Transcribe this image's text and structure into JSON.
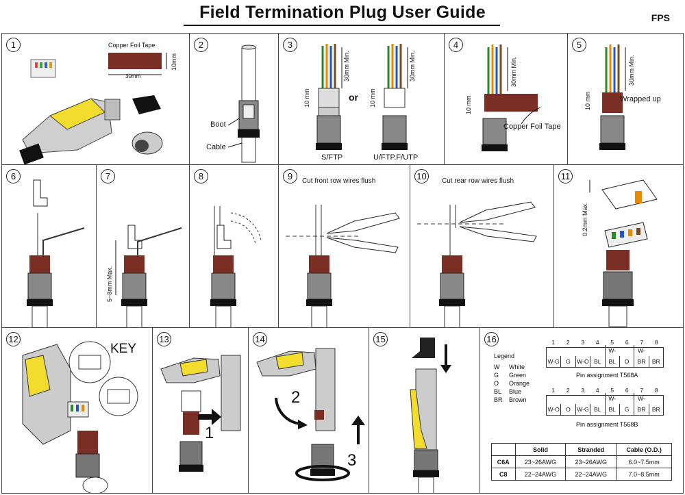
{
  "header": {
    "title": "Field Termination Plug User Guide",
    "brand": "FPS"
  },
  "colors": {
    "foil": "#7a2e24",
    "yellow": "#f2dc2d",
    "gray": "#9a9a9a",
    "dark": "#222222"
  },
  "steps": [
    {
      "num": "1",
      "labels": {
        "tape": "Copper Foil Tape",
        "width": "30mm",
        "height": "10mm"
      }
    },
    {
      "num": "2",
      "labels": {
        "boot": "Boot",
        "cable": "Cable"
      }
    },
    {
      "num": "3",
      "labels": {
        "or": "or",
        "sftp": "S/FTP",
        "uftp": "U/FTP.F/UTP",
        "min_a": "30mm Min.",
        "min_b": "30mm Min.",
        "h_a": "10 mm",
        "h_b": "10 mm"
      }
    },
    {
      "num": "4",
      "labels": {
        "min": "30mm Min.",
        "h": "10 mm",
        "tape": "Copper Foil Tape"
      }
    },
    {
      "num": "5",
      "labels": {
        "min": "30mm Min.",
        "h": "10 mm",
        "wrapped": "Wrapped up"
      }
    },
    {
      "num": "6"
    },
    {
      "num": "7",
      "labels": {
        "max": "5~8mm Max."
      }
    },
    {
      "num": "8"
    },
    {
      "num": "9",
      "labels": {
        "cut": "Cut front row wires flush"
      }
    },
    {
      "num": "10",
      "labels": {
        "cut": "Cut rear row wires flush"
      }
    },
    {
      "num": "11",
      "labels": {
        "max": "0.2mm Max."
      }
    },
    {
      "num": "12",
      "labels": {
        "key": "KEY"
      }
    },
    {
      "num": "13",
      "labels": {
        "n1": "1"
      }
    },
    {
      "num": "14",
      "labels": {
        "n2": "2",
        "n3": "3"
      }
    },
    {
      "num": "15"
    },
    {
      "num": "16"
    }
  ],
  "legend": {
    "title": "Legend",
    "items": [
      {
        "code": "W",
        "name": "White"
      },
      {
        "code": "G",
        "name": "Green"
      },
      {
        "code": "O",
        "name": "Orange"
      },
      {
        "code": "BL",
        "name": "Blue"
      },
      {
        "code": "BR",
        "name": "Brown"
      }
    ]
  },
  "pins": {
    "numbers": [
      "1",
      "2",
      "3",
      "4",
      "5",
      "6",
      "7",
      "8"
    ],
    "t568a": {
      "caption": "Pin assignment T568A",
      "cells": [
        "W-G",
        "G",
        "W-O",
        "BL",
        "W-BL",
        "O",
        "W-BR",
        "BR"
      ]
    },
    "t568b": {
      "caption": "Pin assignment T568B",
      "cells": [
        "W-O",
        "O",
        "W-G",
        "BL",
        "W-BL",
        "G",
        "W-BR",
        "BR"
      ]
    }
  },
  "spec_table": {
    "headers": [
      "",
      "Solid",
      "Stranded",
      "Cable (O.D.)"
    ],
    "rows": [
      [
        "C6A",
        "23~26AWG",
        "23~26AWG",
        "6.0~7.5mm"
      ],
      [
        "C8",
        "22~24AWG",
        "22~24AWG",
        "7.0~8.5mm"
      ]
    ]
  }
}
